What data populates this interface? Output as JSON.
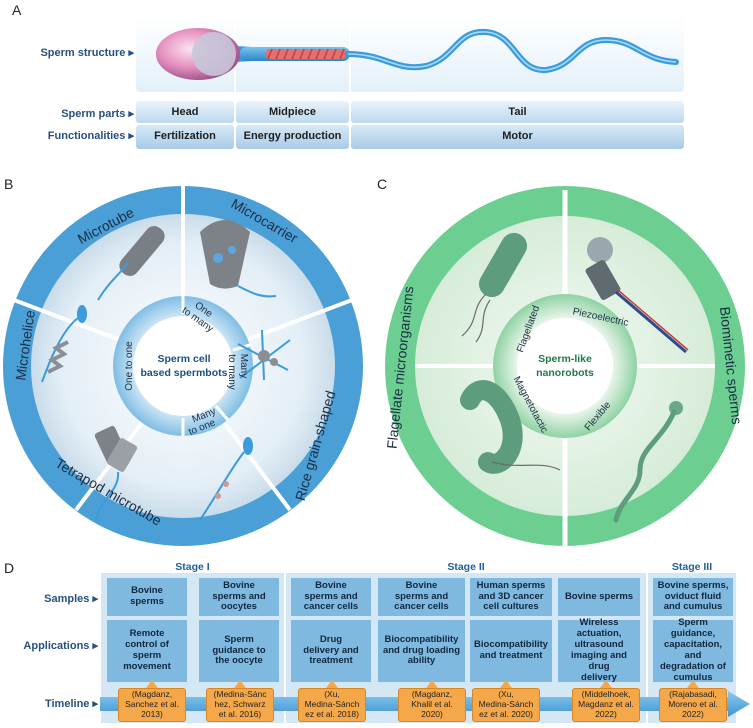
{
  "panel_letters": {
    "a": "A",
    "b": "B",
    "c": "C",
    "d": "D"
  },
  "panel_a": {
    "rows": {
      "structure": "Sperm structure",
      "parts": "Sperm parts",
      "functionalities": "Functionalities"
    },
    "parts": [
      "Head",
      "Midpiece",
      "Tail"
    ],
    "functions": [
      "Fertilization",
      "Energy production",
      "Motor"
    ]
  },
  "panel_b": {
    "center": [
      "Sperm cell",
      "based spermbots"
    ],
    "inner": [
      "One to one",
      "One to many",
      "Many to many",
      "Many to one"
    ],
    "outer": [
      "Microtube",
      "Microcarrier",
      "Rice grain-shaped",
      "Tetrapod microtube",
      "Microhelice"
    ]
  },
  "panel_c": {
    "center": [
      "Sperm-like",
      "nanorobots"
    ],
    "inner": [
      "Flagellated",
      "Piezoelectric",
      "Flexible",
      "Magnetotactic"
    ],
    "outer": [
      "Flagellate microorganisms",
      "Biomimetic sperms"
    ]
  },
  "panel_d": {
    "stages": [
      "Stage I",
      "Stage II",
      "Stage III"
    ],
    "row_labels": {
      "samples": "Samples",
      "applications": "Applications",
      "timeline": "Timeline"
    },
    "samples": [
      [
        "Bovine",
        "sperms"
      ],
      [
        "Bovine",
        "sperms and",
        "oocytes"
      ],
      [
        "Bovine",
        "sperms and",
        "cancer cells"
      ],
      [
        "Bovine",
        "sperms and",
        "cancer cells"
      ],
      [
        "Human sperms",
        "and 3D cancer",
        "cell cultures"
      ],
      [
        "Bovine sperms"
      ],
      [
        "Bovine sperms,",
        "oviduct fluid",
        "and cumulus"
      ]
    ],
    "applications": [
      [
        "Remote",
        "control of",
        "sperm",
        "movement"
      ],
      [
        "Sperm",
        "guidance to",
        "the oocyte"
      ],
      [
        "Drug",
        "delivery and",
        "treatment"
      ],
      [
        "Biocompatibility",
        "and drug loading",
        "ability"
      ],
      [
        "Biocompatibility",
        "and treatment"
      ],
      [
        "Wireless",
        "actuation,",
        "ultrasound",
        "imaging and drug",
        "delivery"
      ],
      [
        "Sperm guidance,",
        "capacitation, and",
        "degradation of",
        "cumulus"
      ]
    ],
    "timeline": [
      [
        "(Magdanz,",
        "Sanchez et al.",
        "2013)"
      ],
      [
        "(Medina-Sánc",
        "hez, Schwarz",
        "et al. 2016)"
      ],
      [
        "(Xu,",
        "Medina-Sánch",
        "ez et al. 2018)"
      ],
      [
        "(Magdanz,",
        "Khalil et al.",
        "2020)"
      ],
      [
        "(Xu,",
        "Medina-Sánch",
        "ez et al. 2020)"
      ],
      [
        "(Middelhoek,",
        "Magdanz et al.",
        "2022)"
      ],
      [
        "(Rajabasadi,",
        "Moreno et al.",
        "2022)"
      ]
    ]
  }
}
